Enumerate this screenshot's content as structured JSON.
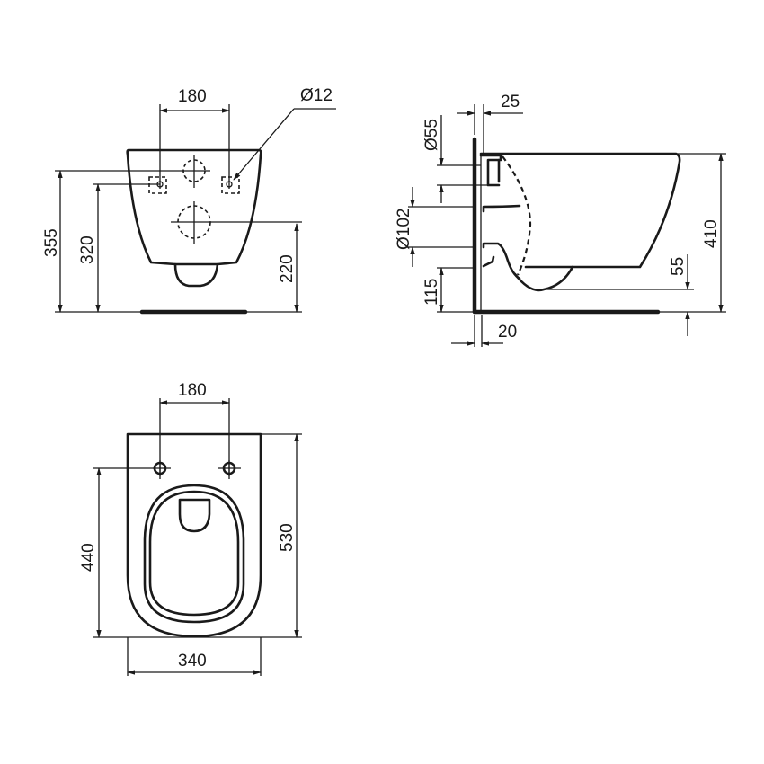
{
  "drawing": {
    "subject": "Wall-hung WC pan technical drawing",
    "units": "mm",
    "line_color": "#1a1a1a",
    "background": "#ffffff"
  },
  "front_view": {
    "fixing_spacing": "180",
    "fixing_hole_diameter": "Ø12",
    "height_top_inlet": "355",
    "height_fixing_holes": "320",
    "height_outlet": "220"
  },
  "side_view": {
    "inlet_offset": "25",
    "inlet_diameter": "Ø55",
    "outlet_diameter": "Ø102",
    "outlet_height": "115",
    "wall_offset": "20",
    "total_height": "410",
    "underside_clearance": "55"
  },
  "top_view": {
    "fixing_spacing": "180",
    "fixing_to_front": "440",
    "total_length": "530",
    "width": "340"
  }
}
